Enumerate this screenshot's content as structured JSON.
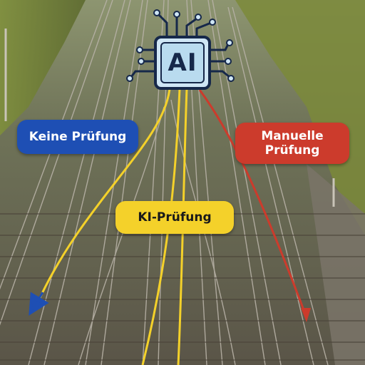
{
  "chip": {
    "text": "AI"
  },
  "labels": {
    "no_check": "Keine Prüfung",
    "ai_check": "KI-Prüfung",
    "manual_check": "Manuelle\nPrüfung"
  },
  "colors": {
    "blue": "#1e4fb4",
    "yellow": "#f4d12a",
    "red": "#cc3b2c",
    "chip_bg": "#cfe6f5",
    "chip_border": "#16284a"
  }
}
